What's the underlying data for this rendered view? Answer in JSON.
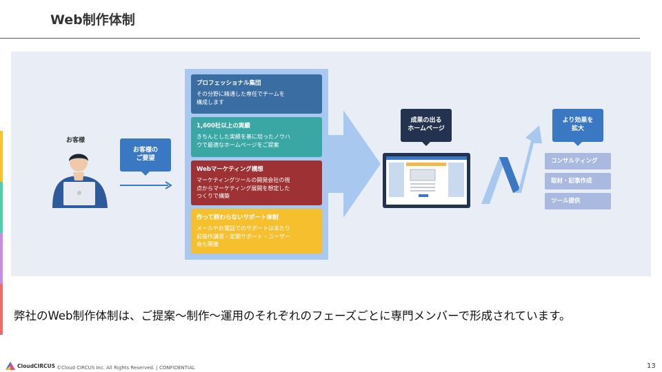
{
  "slide": {
    "title": "Web制作体制",
    "page_number": "13"
  },
  "diagram": {
    "customer_label": "お客様",
    "customer_request": [
      "お客様の",
      "ご要望"
    ],
    "cards": [
      {
        "heading": "プロフェッショナル集団",
        "lines": [
          "その分野に精通した専任でチームを",
          "構成します"
        ],
        "color": "#3a6da1"
      },
      {
        "heading": "1,600社以上の実績",
        "lines": [
          "きちんとした実績を基に培ったノウハ",
          "ウで最適なホームページをご提案"
        ],
        "color": "#3aa7a5"
      },
      {
        "heading": "Webマーケティング構想",
        "lines": [
          "マーケティングツールの開発会社の視",
          "点からマーケティング展開を想定した",
          "つくりで構築"
        ],
        "color": "#9e3133"
      },
      {
        "heading": "作って終わらないサポート体制",
        "lines": [
          "メールやお電話でのサポートはあたり",
          "前操作講習・定期サポート・ユーザー",
          "会も開催"
        ],
        "color": "#f6bf2e"
      }
    ],
    "result_bubble": [
      "成果の出る",
      "ホームページ"
    ],
    "effect_bubble": [
      "より効果を",
      "拡大"
    ],
    "services": [
      "コンサルティング",
      "取材・記事作成",
      "ツール提供"
    ]
  },
  "summary": "弊社のWeb制作体制は、ご提案～制作～運用のそれぞれのフェーズごとに専門メンバーで形成されています。",
  "footer": {
    "logo_text": "CloudCIRCUS",
    "copyright": "©Cloud CIRCUS Inc. All Rights Reserved. | CONFIDENTIAL"
  },
  "colors": {
    "accent_blue": "#3a78c4",
    "dark_navy": "#22324f",
    "panel_bg": "#e9eef6",
    "sidebar": [
      "#f6c431",
      "#4ecfa8",
      "#c58ee0",
      "#ef6a6a"
    ]
  }
}
